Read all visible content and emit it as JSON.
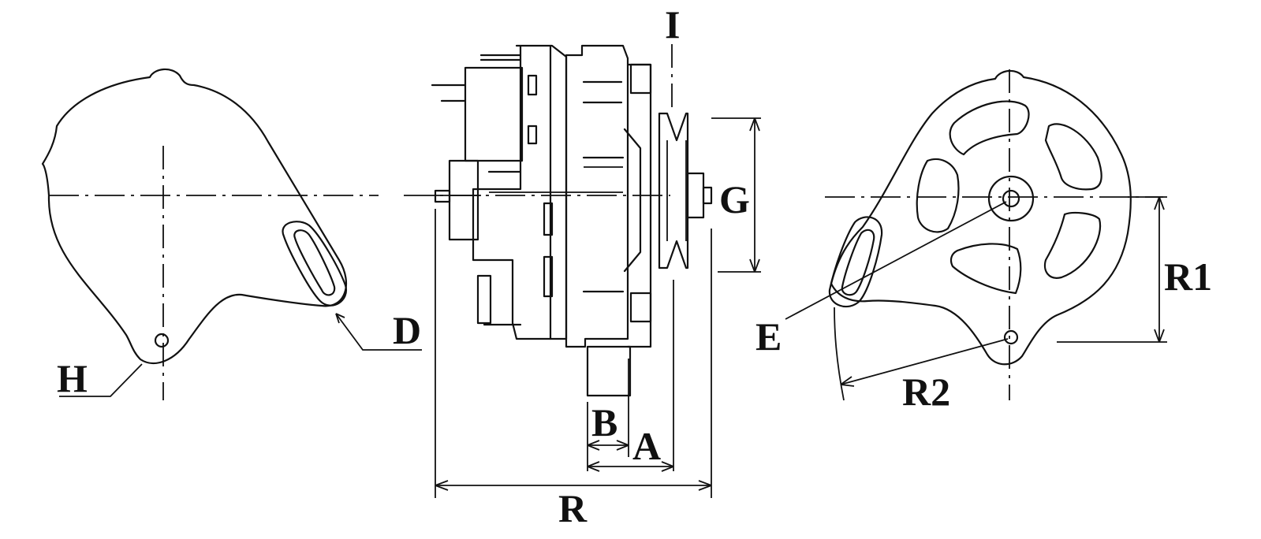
{
  "labels": {
    "H": "H",
    "D": "D",
    "I": "I",
    "G": "G",
    "B": "B",
    "A": "A",
    "R": "R",
    "E": "E",
    "R1": "R1",
    "R2": "R2"
  },
  "colors": {
    "line": "#111111",
    "background": "#ffffff"
  }
}
